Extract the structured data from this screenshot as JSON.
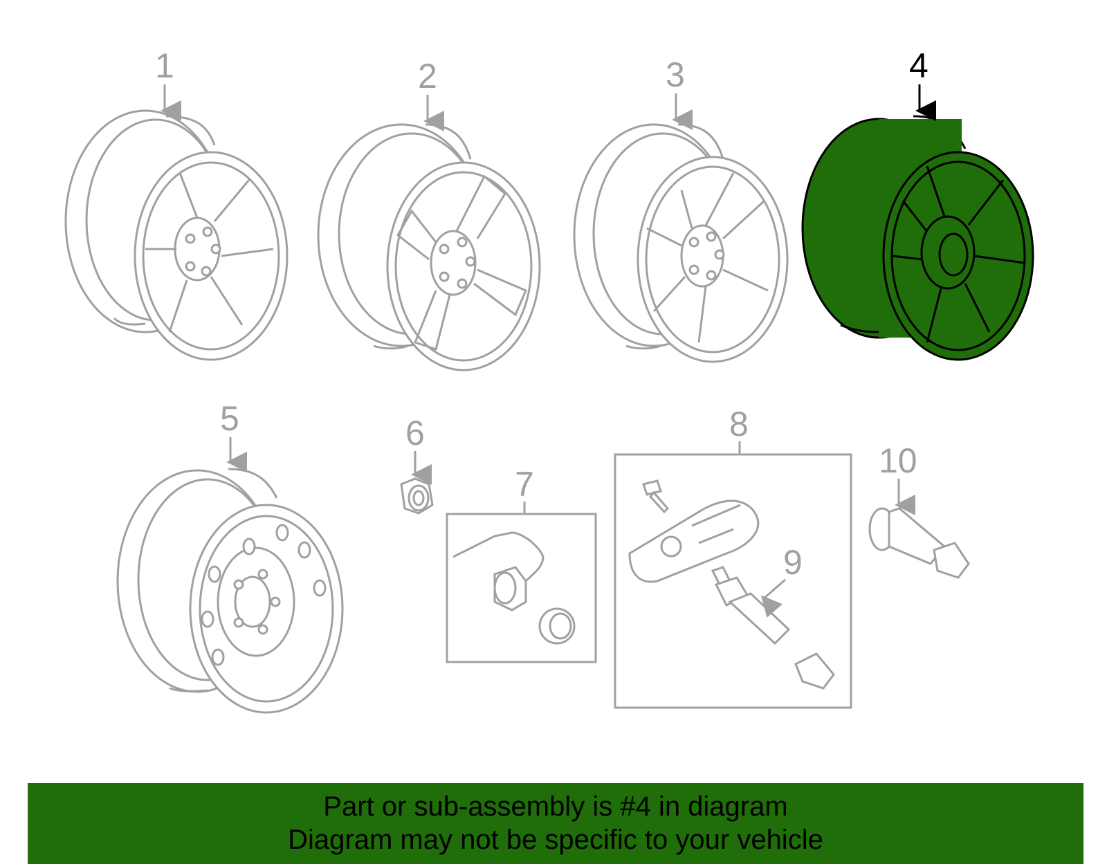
{
  "diagram": {
    "callouts": [
      "1",
      "2",
      "3",
      "4",
      "5",
      "6",
      "7",
      "8",
      "9",
      "10"
    ],
    "selected_callout": "4",
    "colors": {
      "line": "#a0a0a0",
      "highlight_fill": "#1f6e0a",
      "highlight_stroke": "#000000",
      "banner": "#1f6e0a"
    },
    "icons": [
      "wheel-icon",
      "steel-wheel-icon",
      "lug-nut-icon",
      "tpms-sensor-icon",
      "valve-stem-icon"
    ]
  },
  "banner": {
    "line1": "Part or sub-assembly is #4 in diagram",
    "line2": "Diagram may not be specific to your vehicle"
  }
}
